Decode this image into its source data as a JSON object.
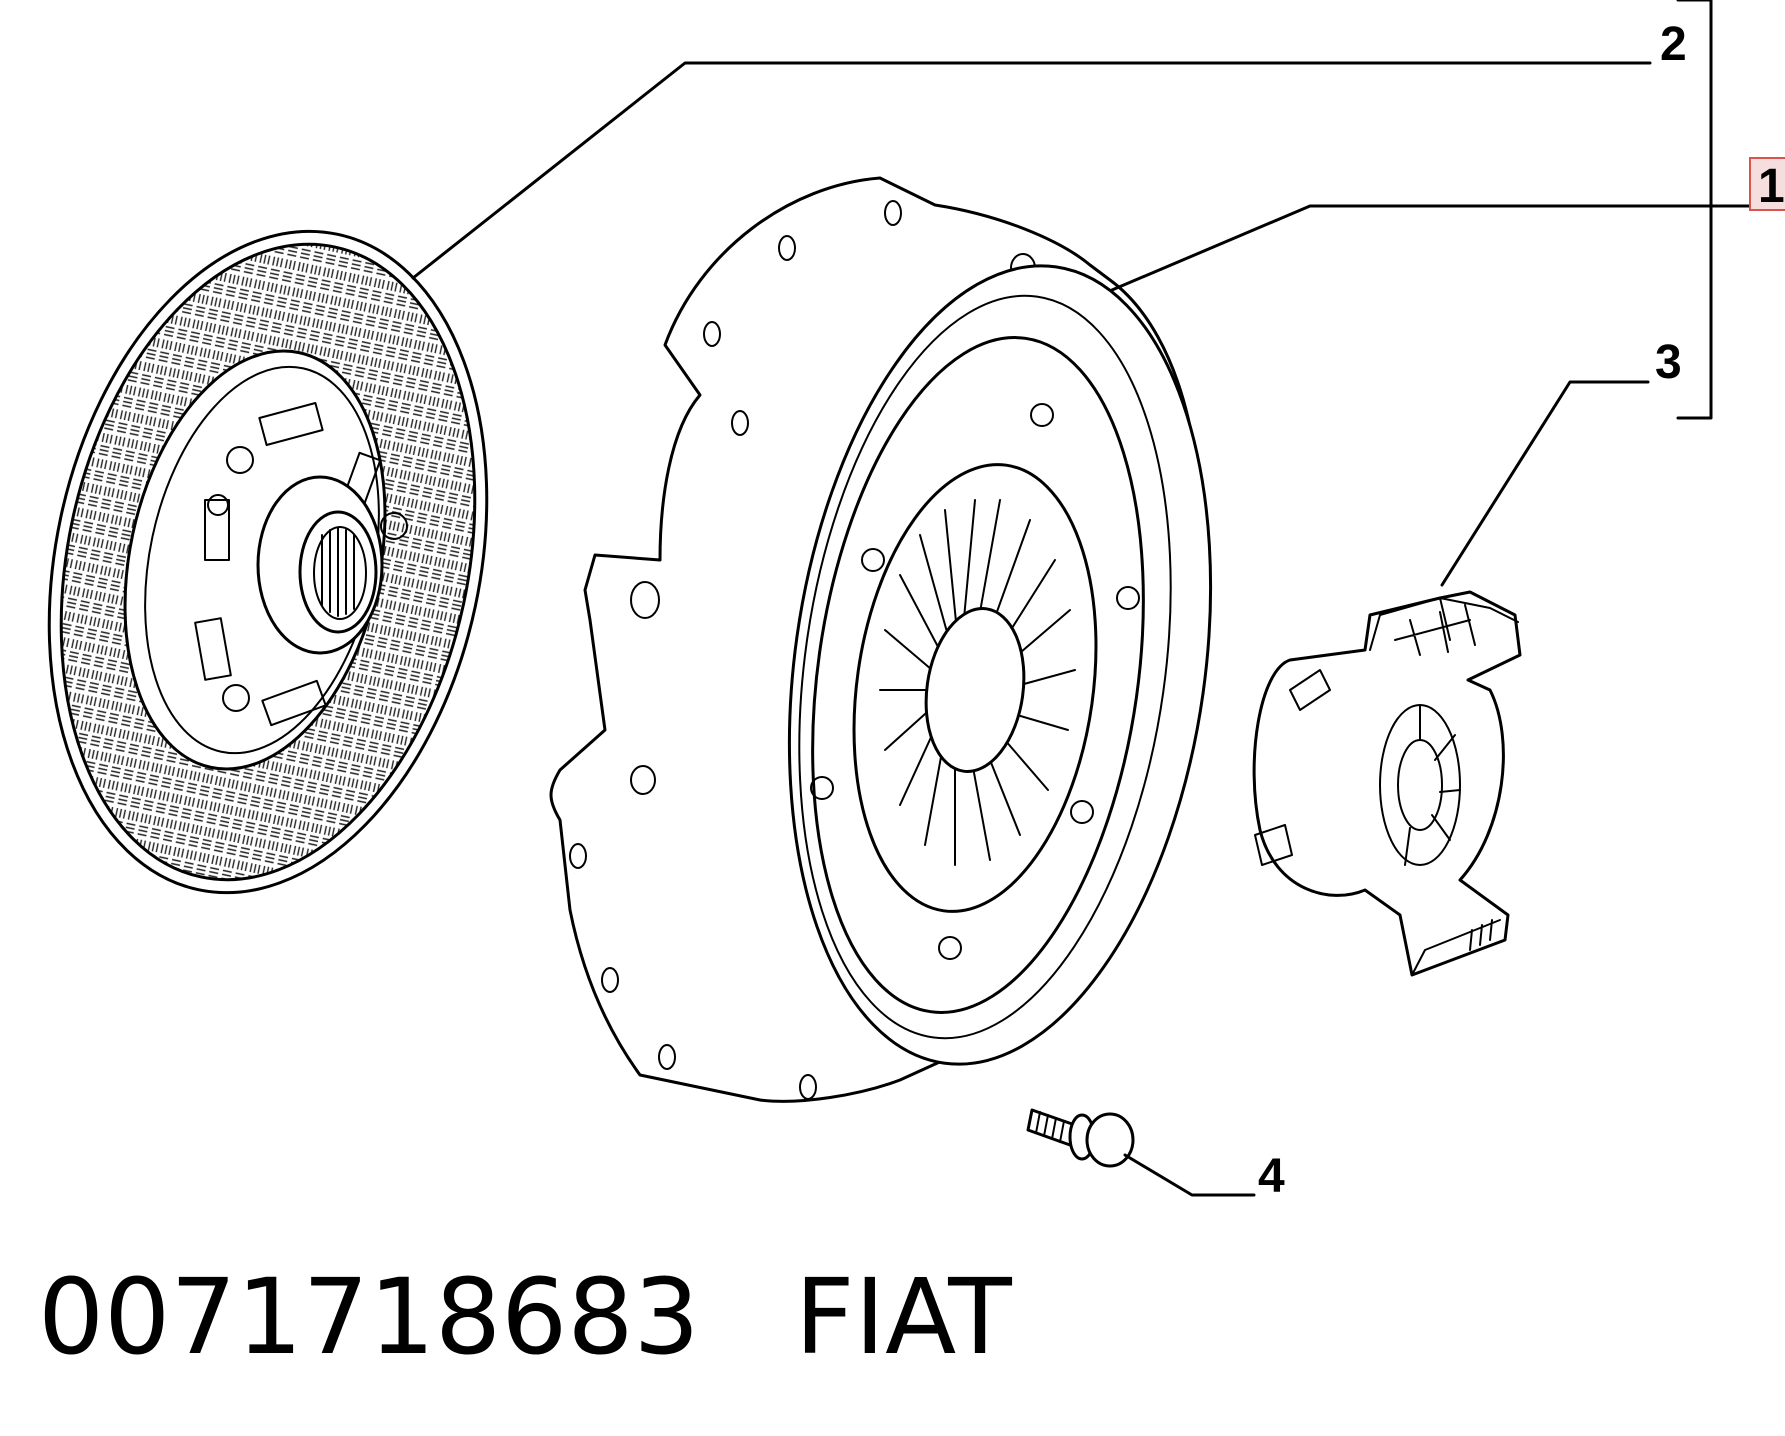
{
  "callouts": [
    {
      "id": "1",
      "label": "1",
      "highlighted": true
    },
    {
      "id": "2",
      "label": "2",
      "highlighted": false
    },
    {
      "id": "3",
      "label": "3",
      "highlighted": false
    },
    {
      "id": "4",
      "label": "4",
      "highlighted": false
    }
  ],
  "parts": [
    {
      "name": "clutch-disc"
    },
    {
      "name": "pressure-plate"
    },
    {
      "name": "release-bearing"
    },
    {
      "name": "bolt"
    }
  ],
  "footer": {
    "part_number": "0071718683",
    "brand": "FIAT"
  },
  "colors": {
    "highlight_border": "#d9534f",
    "highlight_fill": "#f6dede",
    "line": "#000000",
    "background": "#ffffff"
  }
}
